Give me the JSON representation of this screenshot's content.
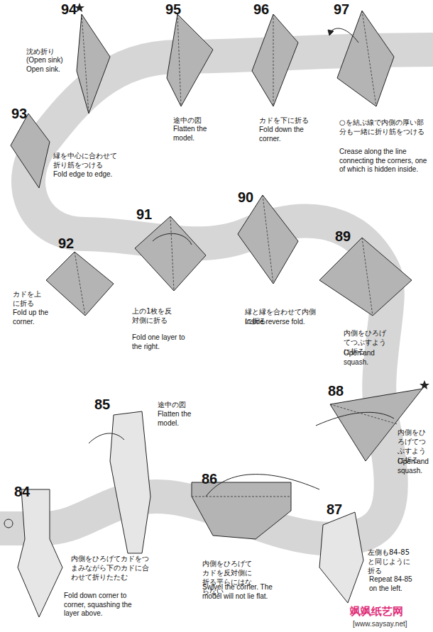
{
  "diagram": {
    "labels": [
      "94",
      "沈め折り",
      "(Open sink)",
      "Open sink.",
      "95",
      "途中の図",
      "Flatten the model.",
      "96",
      "カドを下に折る",
      "Fold down the corner.",
      "97",
      "○を結ぶ線で内側の厚い部分も一緒に折り筋をつける",
      "Crease along the line connecting the corners, one of which is hidden inside.",
      "93",
      "縁を中心に合わせて折り筋をつける",
      "Fold edge to edge.",
      "92",
      "カドを上に折る",
      "Fold up the corner.",
      "91",
      "上の1枚を反対側に折る",
      "Fold one layer to the right.",
      "90",
      "縁と縁を合わせて内側に折る",
      "Inside reverse fold.",
      "89",
      "内側をひろげてつぶすように折る",
      "Open and squash.",
      "88",
      "内側をひろげてつぶすように折る",
      "Open and squash.",
      "85",
      "途中の図",
      "Flatten the model.",
      "86",
      "内側をひろげてカドを反対側に折る平らにはならない",
      "Swivel the corner. The model will not lie flat.",
      "84",
      "内側をひろげてカドをつまみながら下のカドに合わせて折りたたむ",
      "Fold down corner to corner, squashing the layer above.",
      "87",
      "左側も84-85と同じように折る",
      "Repeat 84-85 on the left.",
      "飒飒纸艺网",
      "[www.saysay.net]"
    ]
  }
}
